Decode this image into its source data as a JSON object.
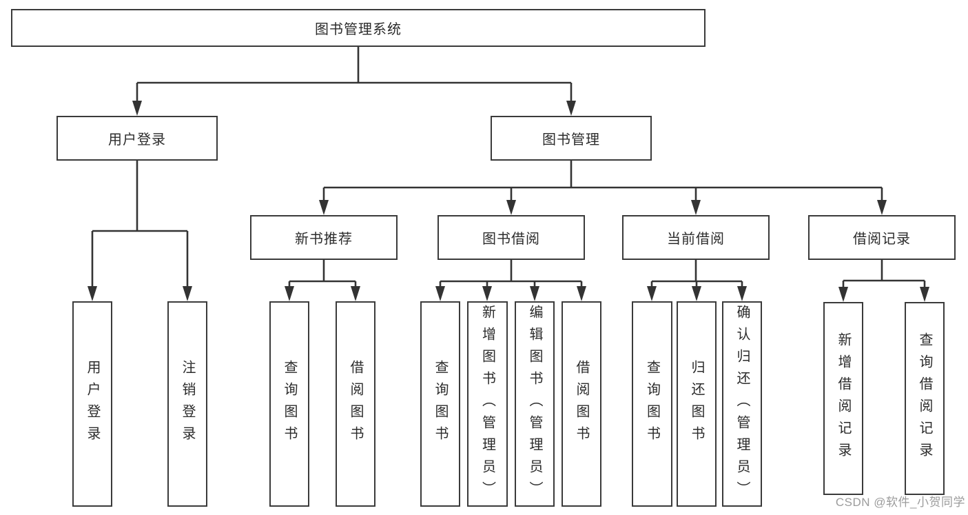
{
  "diagram": {
    "type": "hierarchy-tree",
    "background": "#ffffff",
    "line_color": "#333333",
    "box_border_color": "#3a3a3a",
    "text_color": "#2b2b2b"
  },
  "tree": {
    "label": "图书管理系统",
    "children": [
      {
        "label": "用户登录",
        "children": [
          {
            "label": "用户登录"
          },
          {
            "label": "注销登录"
          }
        ]
      },
      {
        "label": "图书管理",
        "children": [
          {
            "label": "新书推荐",
            "children": [
              {
                "label": "查询图书"
              },
              {
                "label": "借阅图书"
              }
            ]
          },
          {
            "label": "图书借阅",
            "children": [
              {
                "label": "查询图书"
              },
              {
                "label": "新增图书（管理员）"
              },
              {
                "label": "编辑图书（管理员）"
              },
              {
                "label": "借阅图书"
              }
            ]
          },
          {
            "label": "当前借阅",
            "children": [
              {
                "label": "查询图书"
              },
              {
                "label": "归还图书"
              },
              {
                "label": "确认归还（管理员）"
              }
            ]
          },
          {
            "label": "借阅记录",
            "children": [
              {
                "label": "新增借阅记录"
              },
              {
                "label": "查询借阅记录"
              }
            ]
          }
        ]
      }
    ]
  },
  "watermark": {
    "text": "CSDN @软件_小贺同学",
    "color": "#9b9b9b"
  }
}
